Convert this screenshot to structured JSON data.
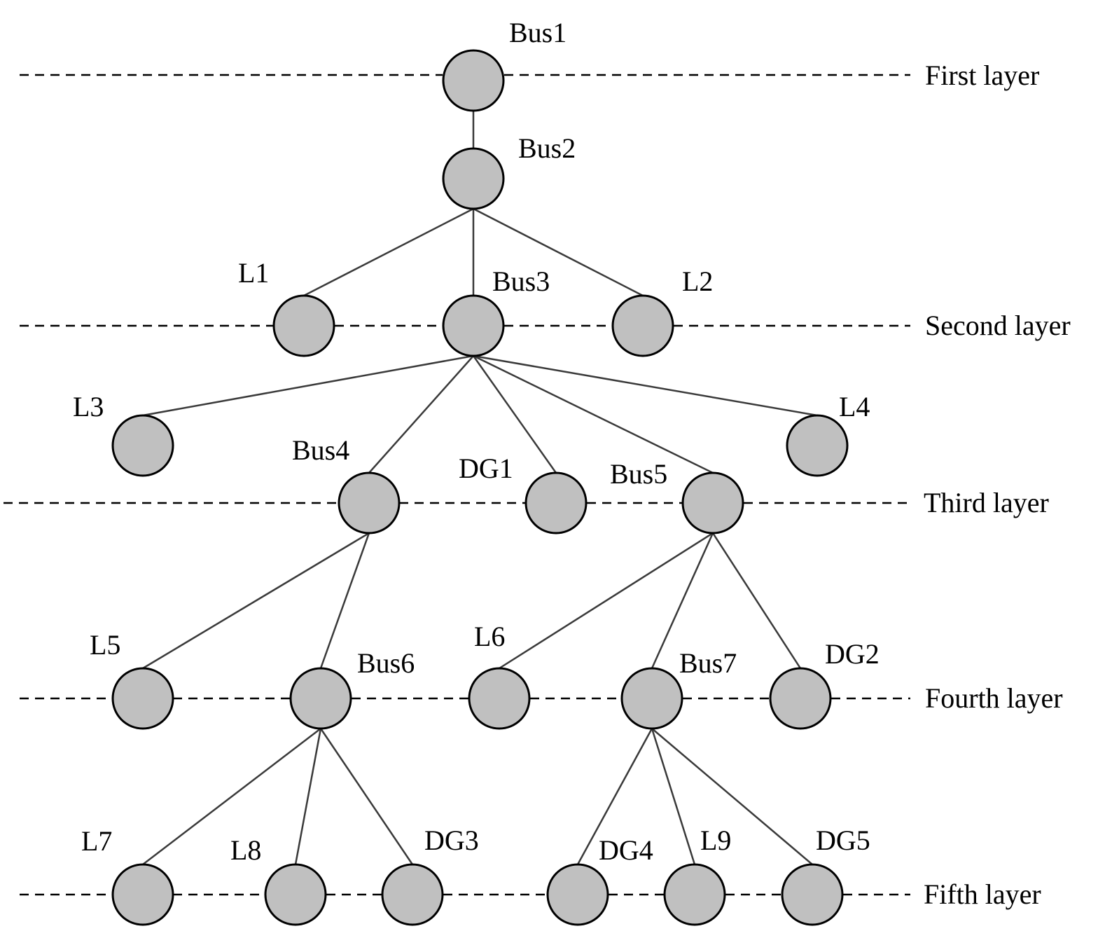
{
  "colors": {
    "node_fill": "#c0c0c0",
    "node_stroke": "#000000",
    "edge": "#3a3a3a",
    "layer_line": "#000000"
  },
  "layers": [
    {
      "id": "layer-1",
      "label": "First layer"
    },
    {
      "id": "layer-2",
      "label": "Second layer"
    },
    {
      "id": "layer-3",
      "label": "Third layer"
    },
    {
      "id": "layer-4",
      "label": "Fourth layer"
    },
    {
      "id": "layer-5",
      "label": "Fifth layer"
    }
  ],
  "nodes": [
    {
      "id": "bus1",
      "label": "Bus1"
    },
    {
      "id": "bus2",
      "label": "Bus2"
    },
    {
      "id": "l1",
      "label": "L1"
    },
    {
      "id": "bus3",
      "label": "Bus3"
    },
    {
      "id": "l2",
      "label": "L2"
    },
    {
      "id": "l3",
      "label": "L3"
    },
    {
      "id": "l4",
      "label": "L4"
    },
    {
      "id": "bus4",
      "label": "Bus4"
    },
    {
      "id": "dg1",
      "label": "DG1"
    },
    {
      "id": "bus5",
      "label": "Bus5"
    },
    {
      "id": "l5",
      "label": "L5"
    },
    {
      "id": "bus6",
      "label": "Bus6"
    },
    {
      "id": "l6",
      "label": "L6"
    },
    {
      "id": "bus7",
      "label": "Bus7"
    },
    {
      "id": "dg2",
      "label": "DG2"
    },
    {
      "id": "l7",
      "label": "L7"
    },
    {
      "id": "l8",
      "label": "L8"
    },
    {
      "id": "dg3",
      "label": "DG3"
    },
    {
      "id": "dg4",
      "label": "DG4"
    },
    {
      "id": "l9",
      "label": "L9"
    },
    {
      "id": "dg5",
      "label": "DG5"
    }
  ],
  "edges": [
    [
      "bus1",
      "bus2"
    ],
    [
      "bus2",
      "l1"
    ],
    [
      "bus2",
      "bus3"
    ],
    [
      "bus2",
      "l2"
    ],
    [
      "bus3",
      "l3"
    ],
    [
      "bus3",
      "bus4"
    ],
    [
      "bus3",
      "dg1"
    ],
    [
      "bus3",
      "bus5"
    ],
    [
      "bus3",
      "l4"
    ],
    [
      "bus4",
      "l5"
    ],
    [
      "bus4",
      "bus6"
    ],
    [
      "bus5",
      "l6"
    ],
    [
      "bus5",
      "bus7"
    ],
    [
      "bus5",
      "dg2"
    ],
    [
      "bus6",
      "l7"
    ],
    [
      "bus6",
      "l8"
    ],
    [
      "bus6",
      "dg3"
    ],
    [
      "bus7",
      "dg4"
    ],
    [
      "bus7",
      "l9"
    ],
    [
      "bus7",
      "dg5"
    ]
  ]
}
